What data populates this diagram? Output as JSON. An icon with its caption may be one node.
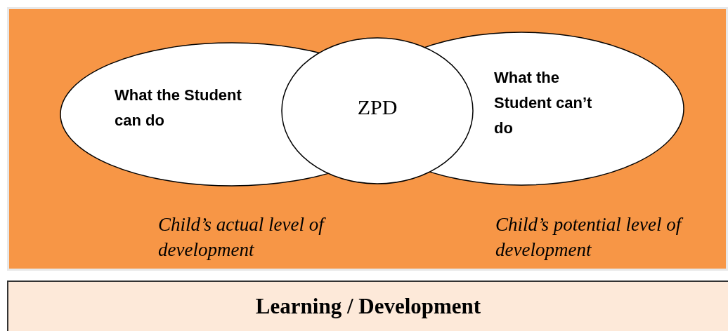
{
  "diagram": {
    "nodes": [
      {
        "text": [
          "What the Student can do"
        ],
        "beside": [
          "Child’s actual level of development"
        ]
      },
      {
        "text": [
          "What the Student can’t do"
        ],
        "beside": [
          "Child’s potential level of development"
        ]
      },
      {
        "text": [
          "ZPD"
        ]
      },
      {
        "text": [
          "Learning / Development"
        ]
      }
    ],
    "edges": []
  }
}
